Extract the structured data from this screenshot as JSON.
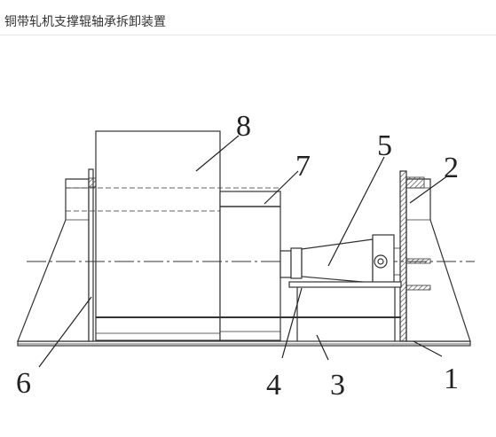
{
  "page": {
    "title": "铜带轧机支撑辊轴承拆卸装置"
  },
  "diagram": {
    "line_color": "#333333",
    "hatch_color": "#555555",
    "labels": {
      "l1": "1",
      "l2": "2",
      "l3": "3",
      "l4": "4",
      "l5": "5",
      "l6": "6",
      "l7": "7",
      "l8": "8"
    }
  }
}
